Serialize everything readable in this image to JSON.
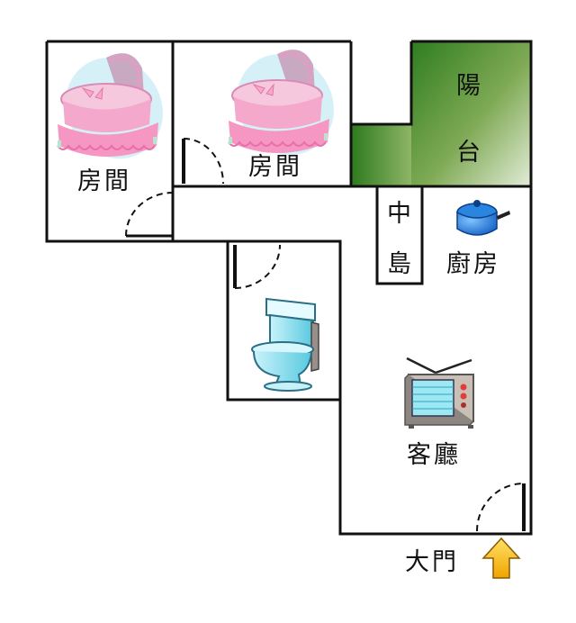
{
  "rooms": {
    "bedroom_left": "房間",
    "bedroom_middle": "房間",
    "balcony_top": "陽",
    "balcony_bottom": "台",
    "island_top": "中",
    "island_bottom": "島",
    "kitchen": "廚房",
    "living_room": "客廳",
    "main_door": "大門"
  },
  "icons": {
    "bedroom_left": "bassinet-icon",
    "bedroom_middle": "bassinet-icon",
    "kitchen": "cooking-pot-icon",
    "bathroom": "toilet-icon",
    "living_room": "television-icon",
    "entrance": "up-arrow-icon"
  },
  "colors": {
    "balcony_dark": "#2f7d1f",
    "balcony_light": "#dbe8cf",
    "arrow": "#f5b800",
    "pot": "#1e72d6",
    "toilet": "#8fe0ee",
    "bassinet": "#f4b6d4"
  }
}
